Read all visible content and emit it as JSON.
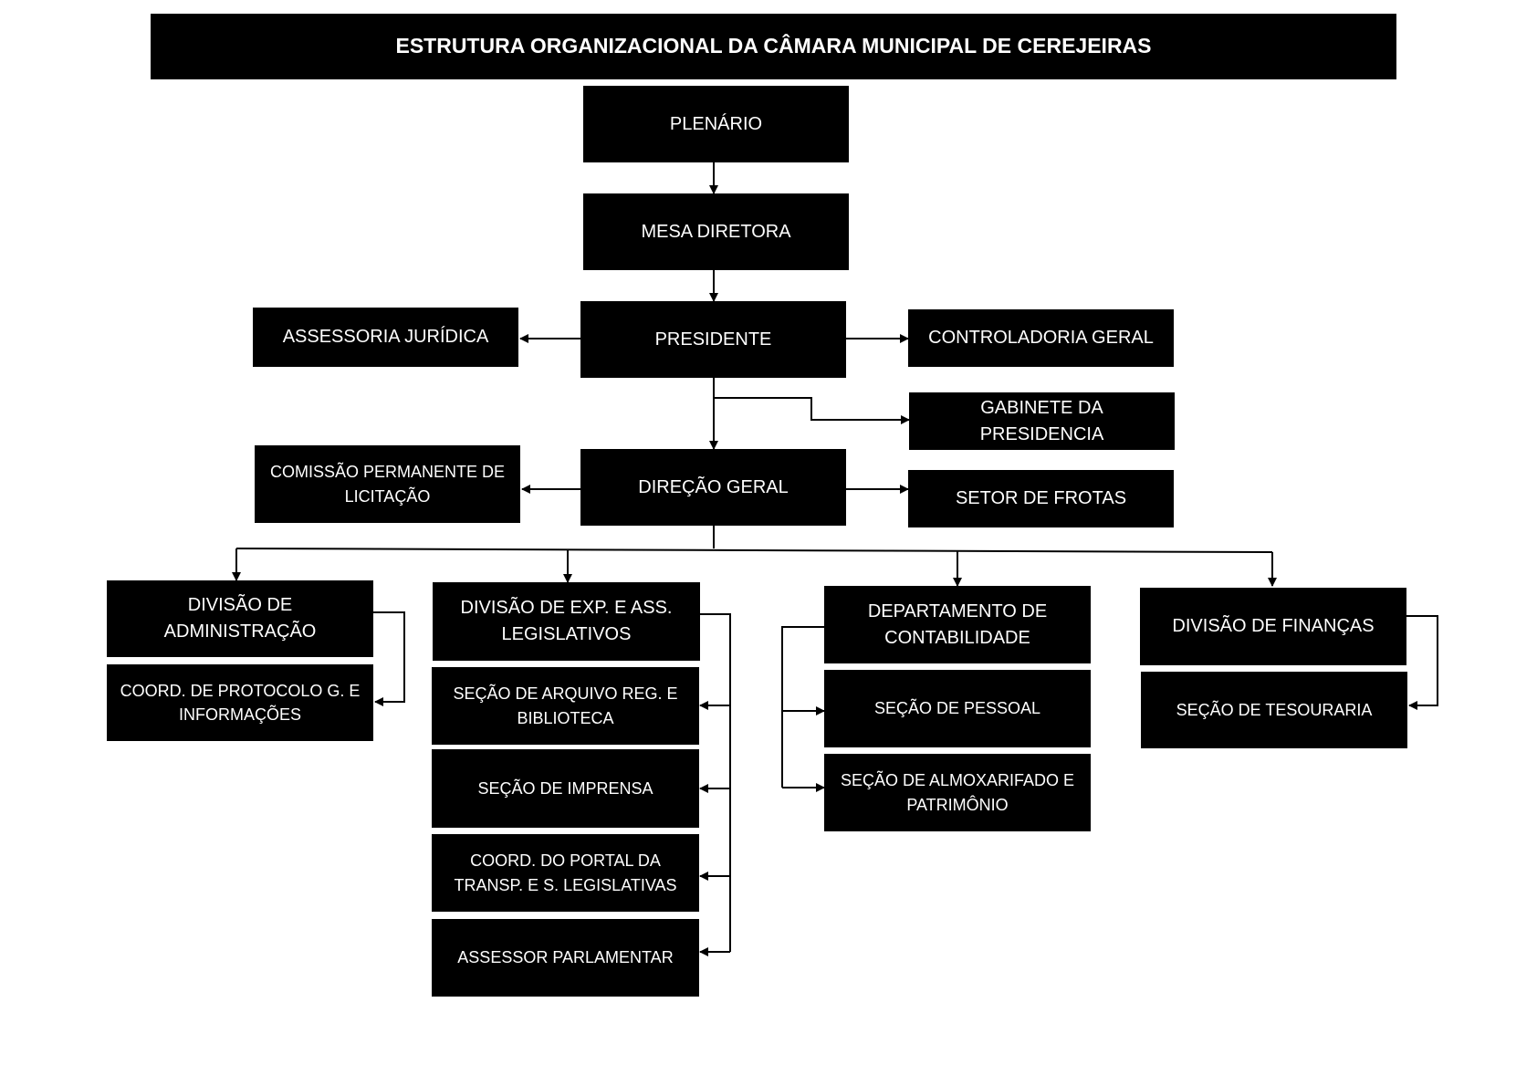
{
  "title": "ESTRUTURA ORGANIZACIONAL DA CÂMARA MUNICIPAL DE CEREJEIRAS",
  "nodes": {
    "plenario": "PLENÁRIO",
    "mesa_diretora": "MESA DIRETORA",
    "presidente": "PRESIDENTE",
    "assessoria_juridica": "ASSESSORIA JURÍDICA",
    "controladoria_geral": "CONTROLADORIA GERAL",
    "gabinete_presidencia": "GABINETE DA PRESIDENCIA",
    "direcao_geral": "DIREÇÃO GERAL",
    "comissao_licitacao": "COMISSÃO PERMANENTE DE\nLICITAÇÃO",
    "setor_frotas": "SETOR DE FROTAS",
    "divisao_administracao": "DIVISÃO DE\nADMINISTRAÇÃO",
    "coord_protocolo": "COORD. DE PROTOCOLO G. E\nINFORMAÇÕES",
    "divisao_exp_legislativos": "DIVISÃO DE EXP. E ASS.\nLEGISLATIVOS",
    "secao_arquivo": "SEÇÃO DE ARQUIVO REG. E\nBIBLIOTECA",
    "secao_imprensa": "SEÇÃO DE IMPRENSA",
    "coord_portal": "COORD. DO PORTAL DA\nTRANSP. E S. LEGISLATIVAS",
    "assessor_parlamentar": "ASSESSOR PARLAMENTAR",
    "departamento_contabilidade": "DEPARTAMENTO DE\nCONTABILIDADE",
    "secao_pessoal": "SEÇÃO DE PESSOAL",
    "secao_almoxarifado": "SEÇÃO DE ALMOXARIFADO E\nPATRIMÔNIO",
    "divisao_financas": "DIVISÃO DE FINANÇAS",
    "secao_tesouraria": "SEÇÃO DE TESOURARIA"
  },
  "colors": {
    "box": "#000000",
    "text": "#ffffff",
    "line": "#000000"
  }
}
